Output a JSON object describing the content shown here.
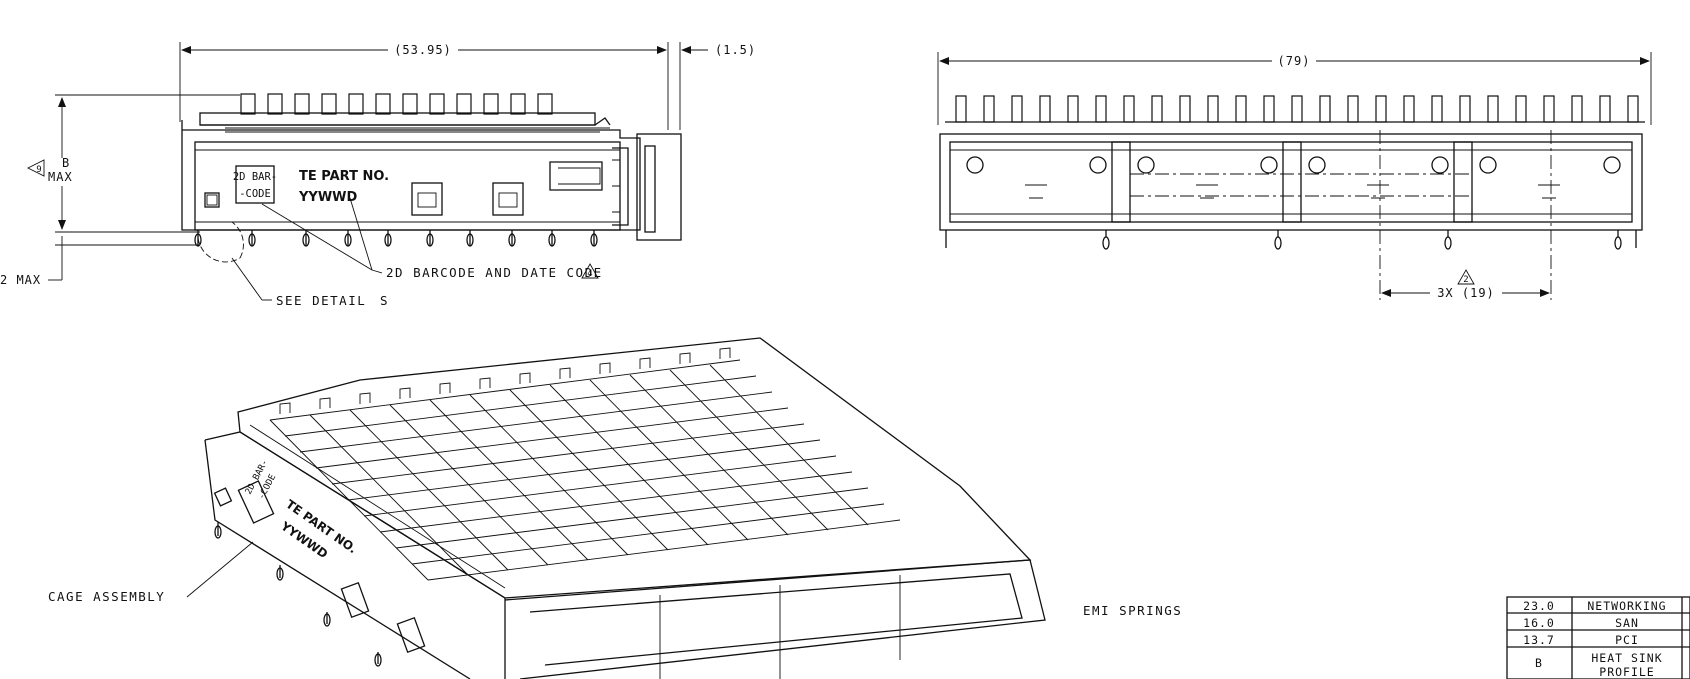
{
  "dimensions": {
    "width_top": "(53.95)",
    "tab": "(1.5)",
    "height_max_letter": "B",
    "height_max_word": "MAX",
    "height_note_flag": "9",
    "bottom_max": "2 MAX",
    "width_front": "(79)",
    "pitch": "3X (19)",
    "pitch_note_flag": "2"
  },
  "callouts": {
    "barcode_date": "2D BARCODE AND DATE CODE",
    "barcode_note_flag": "4",
    "see_detail": "SEE DETAIL",
    "detail_letter": "S",
    "cage_assembly": "CAGE ASSEMBLY",
    "emi_springs": "EMI SPRINGS"
  },
  "side_view_labels": {
    "barcode_line1": "2D BAR-",
    "barcode_line2": "-CODE",
    "part_no": "TE PART NO.",
    "date_code": "YYWWD"
  },
  "iso_view_labels": {
    "barcode_line1": "2D BAR-",
    "barcode_line2": "-CODE",
    "part_no": "TE PART NO.",
    "date_code": "YYWWD"
  },
  "heat_sink_table": {
    "rows": [
      {
        "value": "23.0",
        "label": "NETWORKING"
      },
      {
        "value": "16.0",
        "label": "SAN"
      },
      {
        "value": "13.7",
        "label": "PCI"
      }
    ],
    "header_value": "B",
    "header_label_line1": "HEAT SINK",
    "header_label_line2": "PROFILE"
  }
}
